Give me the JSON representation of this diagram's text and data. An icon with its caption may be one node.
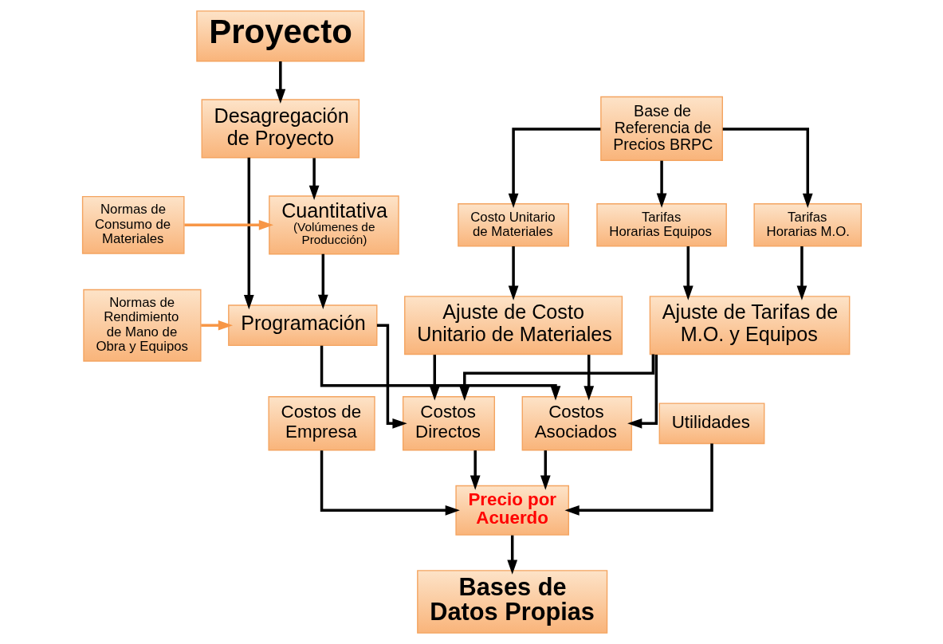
{
  "diagram": {
    "nodes": [
      {
        "text": [
          "Proyecto"
        ]
      },
      {
        "text": [
          "Desagregación de Proyecto"
        ]
      },
      {
        "text": [
          "Cuantitativa",
          "(Volúmenes de Producción)"
        ]
      },
      {
        "text": [
          "Programación"
        ]
      },
      {
        "text": [
          "Normas de Consumo de Materiales"
        ]
      },
      {
        "text": [
          "Normas de Rendimiento de Mano de Obra y Equipos"
        ]
      },
      {
        "text": [
          "Base de Referencia de Precios BRPC"
        ]
      },
      {
        "text": [
          "Costo Unitario de Materiales"
        ]
      },
      {
        "text": [
          "Tarifas Horarias Equipos"
        ]
      },
      {
        "text": [
          "Tarifas Horarias M.O."
        ]
      },
      {
        "text": [
          "Ajuste de Costo Unitario de Materiales"
        ]
      },
      {
        "text": [
          "Ajuste de Tarifas de M.O. y Equipos"
        ]
      },
      {
        "text": [
          "Costos de Empresa"
        ]
      },
      {
        "text": [
          "Costos Directos"
        ]
      },
      {
        "text": [
          "Costos Asociados"
        ]
      },
      {
        "text": [
          "Utilidades"
        ]
      },
      {
        "text": [
          "Precio por Acuerdo"
        ]
      },
      {
        "text": [
          "Bases de Datos Propias"
        ]
      }
    ],
    "edges": [
      {
        "from": 0,
        "to": 1,
        "arrow": "to"
      },
      {
        "from": 1,
        "to": 2,
        "arrow": "to"
      },
      {
        "from": 1,
        "to": 3,
        "arrow": "to"
      },
      {
        "from": 2,
        "to": 3,
        "arrow": "to"
      },
      {
        "from": 4,
        "to": 2,
        "arrow": "to",
        "color": "#f79646"
      },
      {
        "from": 5,
        "to": 3,
        "arrow": "to",
        "color": "#f79646"
      },
      {
        "from": 6,
        "to": 7,
        "arrow": "to"
      },
      {
        "from": 6,
        "to": 9,
        "arrow": "to"
      },
      {
        "from": 6,
        "to": 8,
        "arrow": "to"
      },
      {
        "from": 7,
        "to": 10,
        "arrow": "to"
      },
      {
        "from": 9,
        "to": 11,
        "arrow": "to"
      },
      {
        "from": 8,
        "to": 11,
        "arrow": "to"
      },
      {
        "from": 3,
        "to": 13,
        "arrow": "to"
      },
      {
        "from": 3,
        "to": 14,
        "arrow": "to"
      },
      {
        "from": 10,
        "to": 13,
        "arrow": "to"
      },
      {
        "from": 10,
        "to": 14,
        "arrow": "to"
      },
      {
        "from": 11,
        "to": 13,
        "arrow": "to"
      },
      {
        "from": 11,
        "to": 14,
        "arrow": "to"
      },
      {
        "from": 12,
        "to": 16,
        "arrow": "to"
      },
      {
        "from": 13,
        "to": 16,
        "arrow": "to"
      },
      {
        "from": 14,
        "to": 16,
        "arrow": "to"
      },
      {
        "from": 15,
        "to": 16,
        "arrow": "to"
      },
      {
        "from": 16,
        "to": 17,
        "arrow": "to"
      }
    ]
  }
}
